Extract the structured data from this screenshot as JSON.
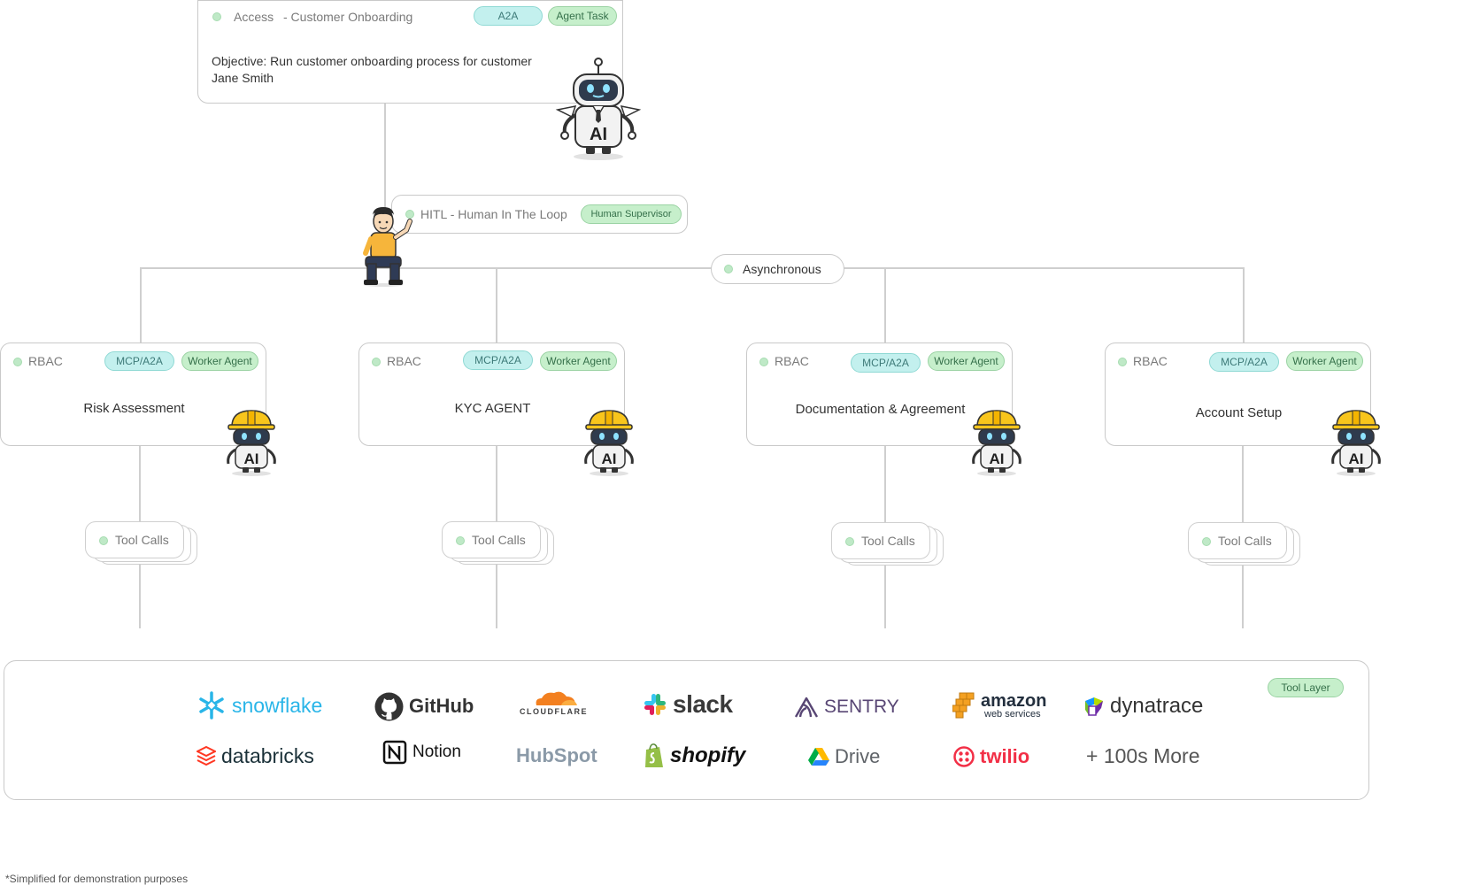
{
  "top_card": {
    "access_label": "Access",
    "title": "- Customer Onboarding",
    "badges": [
      "A2A",
      "Agent Task"
    ],
    "objective": "Objective: Run customer onboarding process for customer Jane Smith"
  },
  "hitl": {
    "label": "HITL - Human In The Loop",
    "badge": "Human Supervisor"
  },
  "async_label": "Asynchronous",
  "robot_text": "AI",
  "workers": [
    {
      "rbac": "RBAC",
      "badges": [
        "MCP/A2A",
        "Worker Agent"
      ],
      "title": "Risk Assessment",
      "tool": "Tool Calls"
    },
    {
      "rbac": "RBAC",
      "badges": [
        "MCP/A2A",
        "Worker Agent"
      ],
      "title": "KYC AGENT",
      "tool": "Tool Calls"
    },
    {
      "rbac": "RBAC",
      "badges": [
        "MCP/A2A",
        "Worker Agent"
      ],
      "title": "Documentation & Agreement",
      "tool": "Tool Calls"
    },
    {
      "rbac": "RBAC",
      "badges": [
        "MCP/A2A",
        "Worker Agent"
      ],
      "title": "Account Setup",
      "tool": "Tool Calls"
    }
  ],
  "tool_layer": {
    "badge": "Tool Layer",
    "logos": {
      "snowflake": "snowflake",
      "github": "GitHub",
      "cloudflare": "CLOUDFLARE",
      "slack": "slack",
      "sentry": "SENTRY",
      "amazon": "amazon",
      "amazon_sub": "web services",
      "dynatrace": "dynatrace",
      "databricks": "databricks",
      "notion": "Notion",
      "hubspot": "HubSpot",
      "shopify": "shopify",
      "drive": "Drive",
      "twilio": "twilio",
      "more": "+ 100s More"
    }
  },
  "footnote": "*Simplified for demonstration purposes",
  "colors": {
    "green_badge": "#c6efcb",
    "cyan_badge": "#c3f0ee",
    "dot": "#bfe9c7",
    "line": "#cfcfcf"
  }
}
